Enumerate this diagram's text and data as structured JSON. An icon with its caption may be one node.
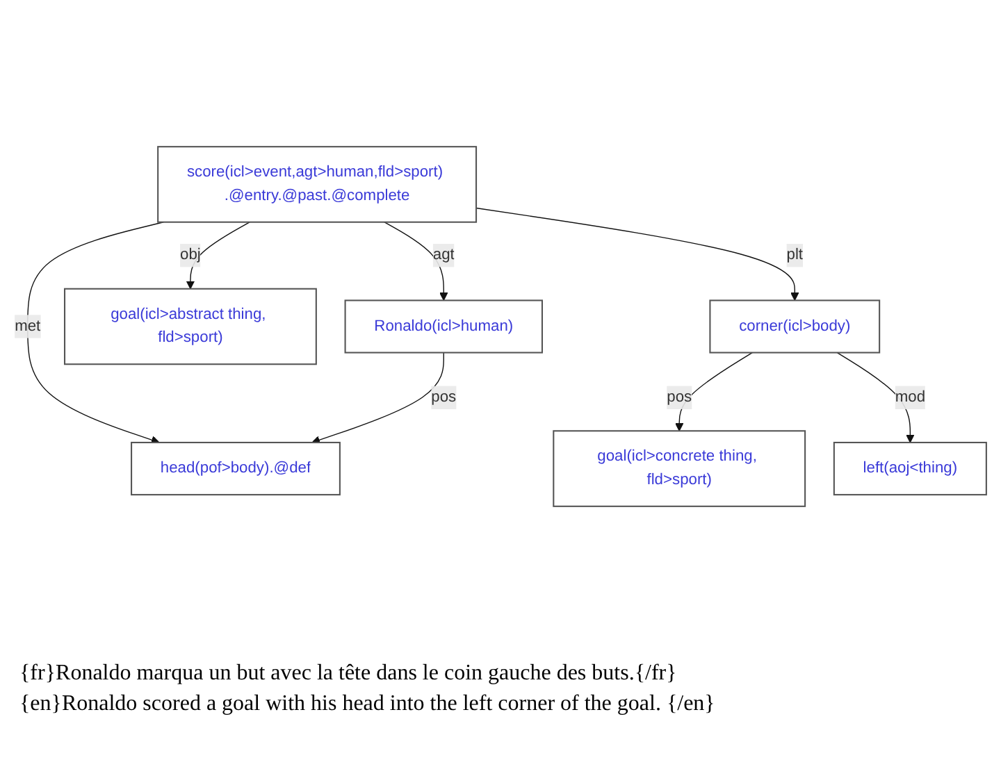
{
  "diagram": {
    "nodes": [
      {
        "text": [
          "score(icl>event,agt>human,fld>sport) .@entry.@past.@complete"
        ]
      },
      {
        "text": [
          "Ronaldo(icl>human)"
        ]
      },
      {
        "text": [
          "head(pof>body).@def"
        ]
      },
      {
        "text": [
          "goal(icl>abstract thing, fld>sport)"
        ]
      },
      {
        "text": [
          "corner(icl>body)"
        ]
      },
      {
        "text": [
          "goal(icl>concrete thing, fld>sport)"
        ]
      },
      {
        "text": [
          "left(aoj<thing)"
        ]
      }
    ],
    "edges": [
      {
        "from": 0,
        "to": 1,
        "arrow": "to",
        "label": "agt"
      },
      {
        "from": 0,
        "to": 2,
        "arrow": "to",
        "label": "met"
      },
      {
        "from": 0,
        "to": 3,
        "arrow": "to",
        "label": "obj"
      },
      {
        "from": 0,
        "to": 4,
        "arrow": "to",
        "label": "plt"
      },
      {
        "from": 1,
        "to": 2,
        "arrow": "to",
        "label": "pos"
      },
      {
        "from": 4,
        "to": 5,
        "arrow": "to",
        "label": "pos"
      },
      {
        "from": 4,
        "to": 6,
        "arrow": "to",
        "label": "mod"
      }
    ],
    "labels": [
      "{fr}Ronaldo marqua un but avec la tête dans le coin gauche des buts.{/fr}",
      "{en}Ronaldo scored a goal with his head into the left corner of the goal. {/en}"
    ]
  }
}
